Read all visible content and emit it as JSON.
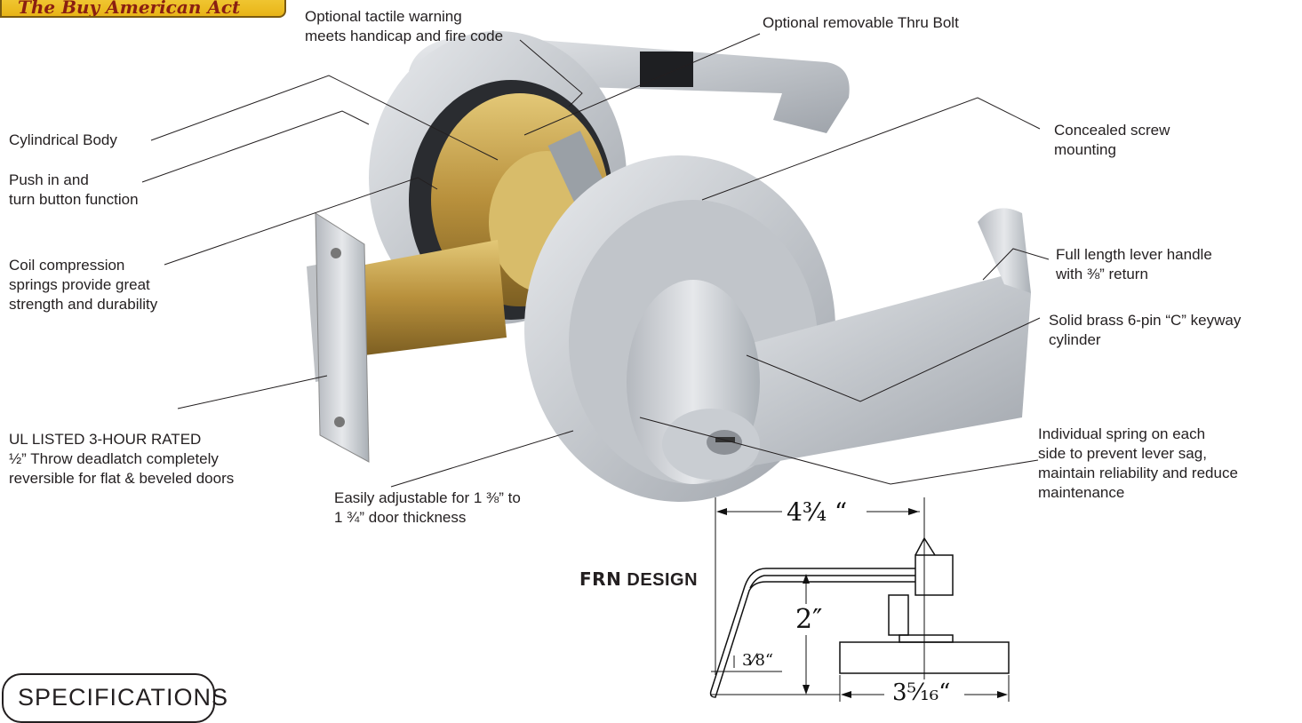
{
  "badge": {
    "text": "The Buy American Act"
  },
  "callouts": {
    "tactile_line1": "Optional tactile warning",
    "tactile_line2": "meets handicap and fire code",
    "thru_bolt": "Optional removable Thru Bolt",
    "cylindrical_body": "Cylindrical Body",
    "push_line1": "Push in and",
    "push_line2": "turn button function",
    "coil_line1": "Coil compression",
    "coil_line2": "springs provide great",
    "coil_line3": "strength and durability",
    "ul_line1": "UL LISTED 3-HOUR RATED",
    "ul_line2": "½” Throw deadlatch completely",
    "ul_line3": "reversible for flat & beveled doors",
    "adjust_line1": "Easily adjustable for 1 ⅜” to",
    "adjust_line2": "1 ¾” door thickness",
    "screw_line1": "Concealed screw",
    "screw_line2": "mounting",
    "lever_line1": "Full length lever handle",
    "lever_line2": "with ⅜” return",
    "brass_line1": "Solid brass 6-pin “C” keyway",
    "brass_line2": "cylinder",
    "spring_line1": "Individual spring on each",
    "spring_line2": "side to prevent lever sag,",
    "spring_line3": "maintain reliability and reduce",
    "spring_line4": "maintenance"
  },
  "design": {
    "code": "FRN",
    "label": "DESIGN",
    "dim_width": "4¾ “",
    "dim_height": "2″",
    "dim_return": "3⁄8“",
    "dim_rose": "3⁵⁄₁₆“"
  },
  "specs_tab": "SPECIFICATIONS",
  "colors": {
    "text": "#231f20",
    "brushed_chrome": "#c9ccd0",
    "brass": "#c8a24a",
    "badge_gold": "#e8b417"
  }
}
